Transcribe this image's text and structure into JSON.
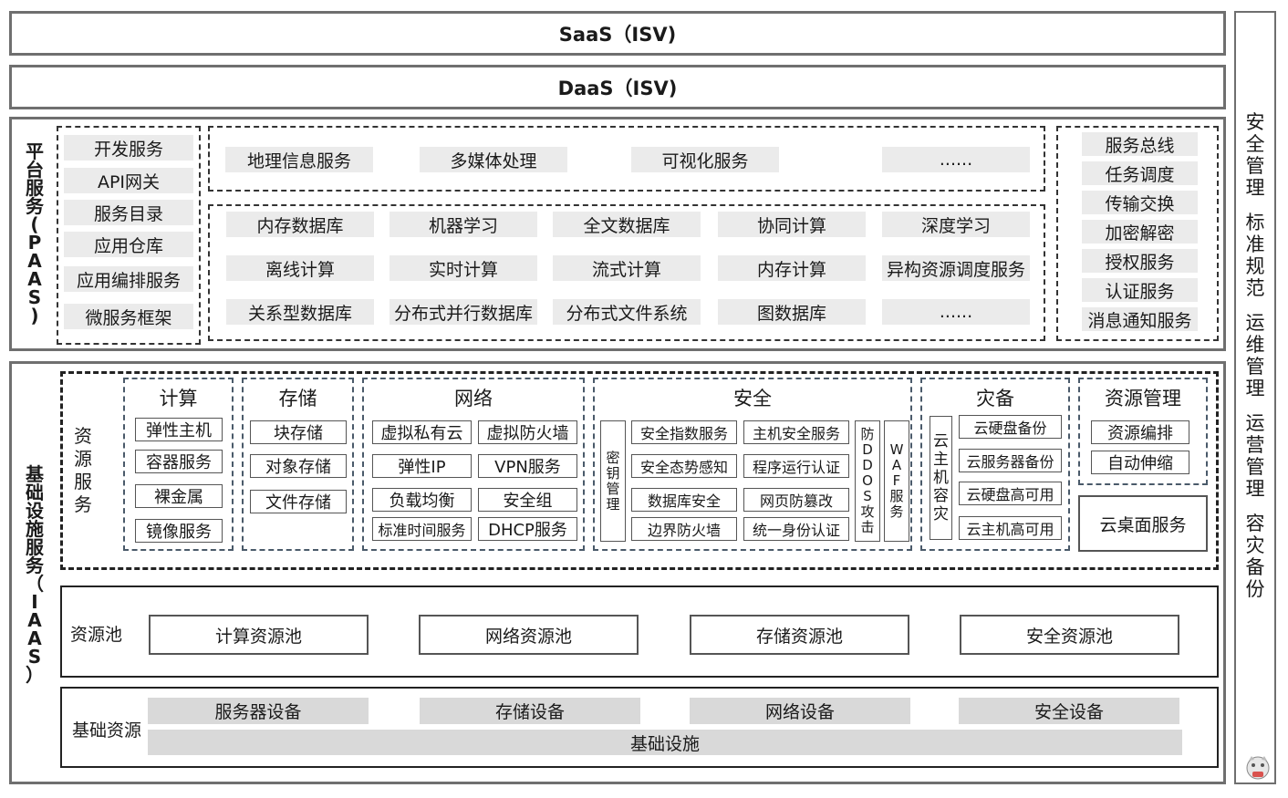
{
  "saas": "SaaS（ISV)",
  "daas": "DaaS（ISV)",
  "paas": {
    "side_label": "平台服务(PAAS)",
    "left_items": [
      "开发服务",
      "API网关",
      "服务目录",
      "应用仓库",
      "应用编排服务",
      "微服务框架"
    ],
    "top_row": [
      "地理信息服务",
      "多媒体处理",
      "可视化服务",
      "......"
    ],
    "grid_row1": [
      "内存数据库",
      "机器学习",
      "全文数据库",
      "协同计算",
      "深度学习"
    ],
    "grid_row2": [
      "离线计算",
      "实时计算",
      "流式计算",
      "内存计算",
      "异构资源调度服务"
    ],
    "grid_row3": [
      "关系型数据库",
      "分布式并行数据库",
      "分布式文件系统",
      "图数据库",
      "......"
    ],
    "right_items": [
      "服务总线",
      "任务调度",
      "传输交换",
      "加密解密",
      "授权服务",
      "认证服务",
      "消息通知服务"
    ]
  },
  "iaas": {
    "side_label": "基础设施服务（IAAS）",
    "resource_service_label": "资源服务",
    "compute": {
      "title": "计算",
      "items": [
        "弹性主机",
        "容器服务",
        "裸金属",
        "镜像服务"
      ]
    },
    "storage": {
      "title": "存储",
      "items": [
        "块存储",
        "对象存储",
        "文件存储"
      ]
    },
    "network": {
      "title": "网络",
      "items": [
        "虚拟私有云",
        "虚拟防火墙",
        "弹性IP",
        "VPN服务",
        "负载均衡",
        "安全组",
        "标准时间服务",
        "DHCP服务"
      ]
    },
    "security": {
      "title": "安全",
      "key_mgmt": "密钥管理",
      "items": [
        "安全指数服务",
        "主机安全服务",
        "安全态势感知",
        "程序运行认证",
        "数据库安全",
        "网页防篡改",
        "边界防火墙",
        "统一身份认证"
      ],
      "ddos": "防DDOS攻击",
      "waf": "WAF服务"
    },
    "disaster": {
      "title": "灾备",
      "host_dr": "云主机容灾",
      "items": [
        "云硬盘备份",
        "云服务器备份",
        "云硬盘高可用",
        "云主机高可用"
      ]
    },
    "resource_mgmt": {
      "title": "资源管理",
      "items": [
        "资源编排",
        "自动伸缩"
      ]
    },
    "cloud_desktop": "云桌面服务",
    "pool": {
      "label": "资源池",
      "items": [
        "计算资源池",
        "网络资源池",
        "存储资源池",
        "安全资源池"
      ]
    },
    "base": {
      "label": "基础资源",
      "items": [
        "服务器设备",
        "存储设备",
        "网络设备",
        "安全设备"
      ],
      "infra": "基础设施"
    }
  },
  "side_right": [
    "安全管理",
    "标准规范",
    "运维管理",
    "运营管理",
    "容灾备份"
  ]
}
